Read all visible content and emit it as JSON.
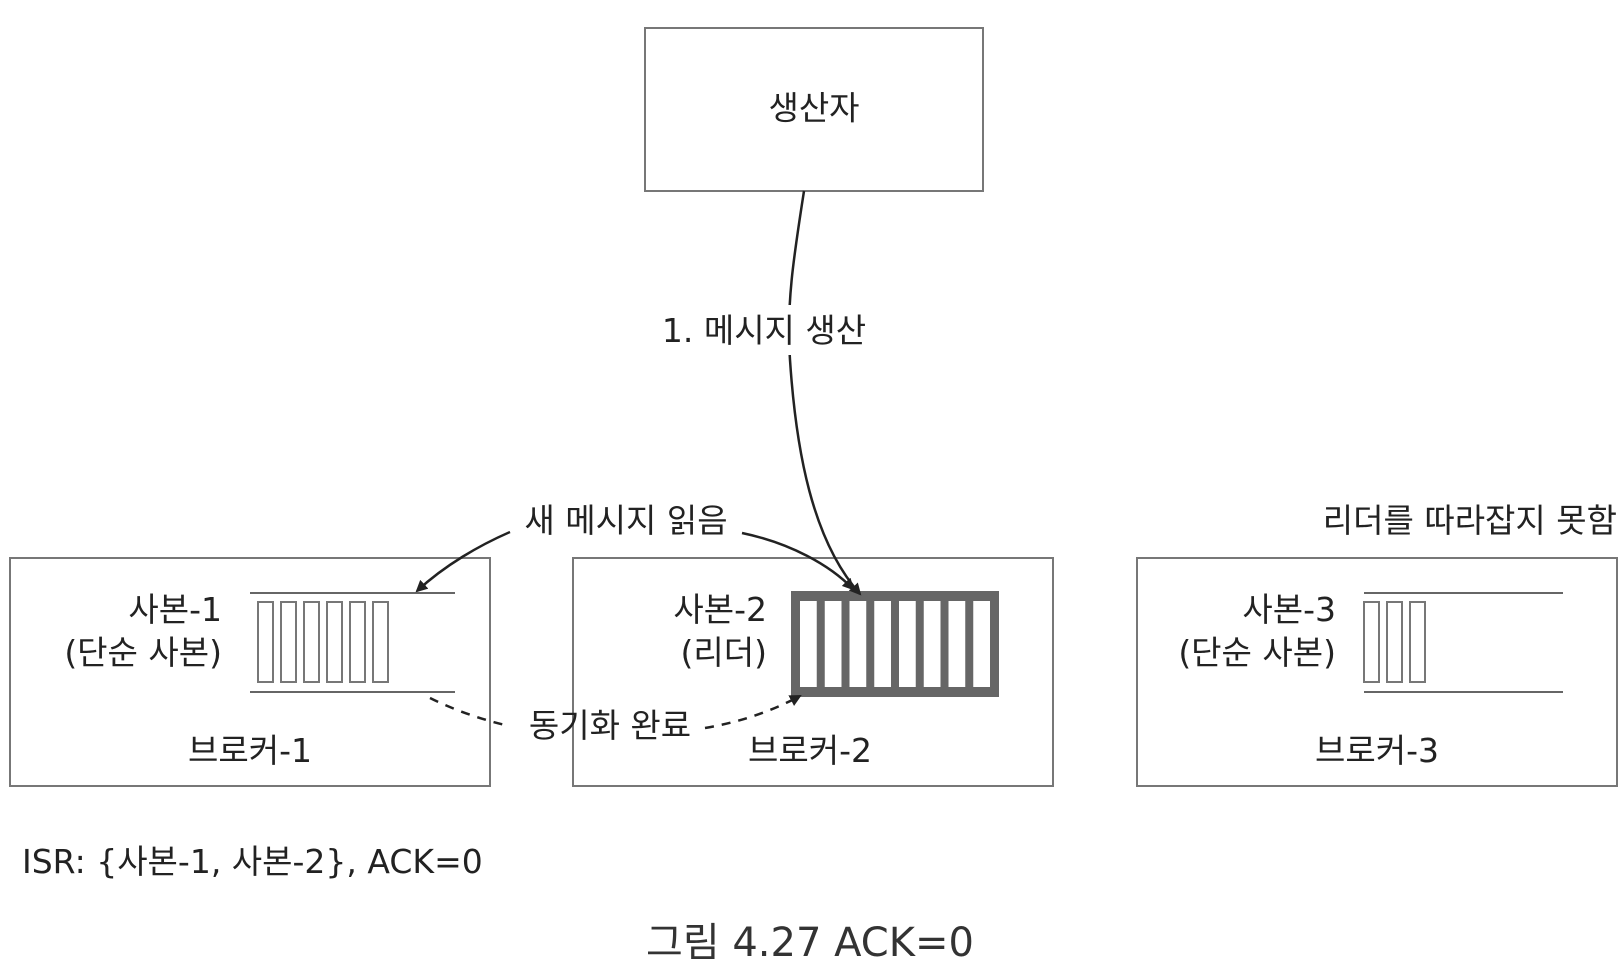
{
  "producer": {
    "label": "생산자"
  },
  "arrows": {
    "produce_label": "1. 메시지 생산",
    "read_label": "새 메시지 읽음",
    "sync_label": "동기화 완료"
  },
  "brokers": [
    {
      "name": "브로커-1",
      "replica_name": "사본-1",
      "replica_role": "(단순 사본)",
      "message_count": 6
    },
    {
      "name": "브로커-2",
      "replica_name": "사본-2",
      "replica_role": "(리더)",
      "message_count": 8
    },
    {
      "name": "브로커-3",
      "replica_name": "사본-3",
      "replica_role": "(단순 사본)",
      "message_count": 3,
      "note": "리더를 따라잡지 못함"
    }
  ],
  "isr_text": "ISR: {사본-1, 사본-2}, ACK=0",
  "caption": "그림 4.27 ACK=0"
}
